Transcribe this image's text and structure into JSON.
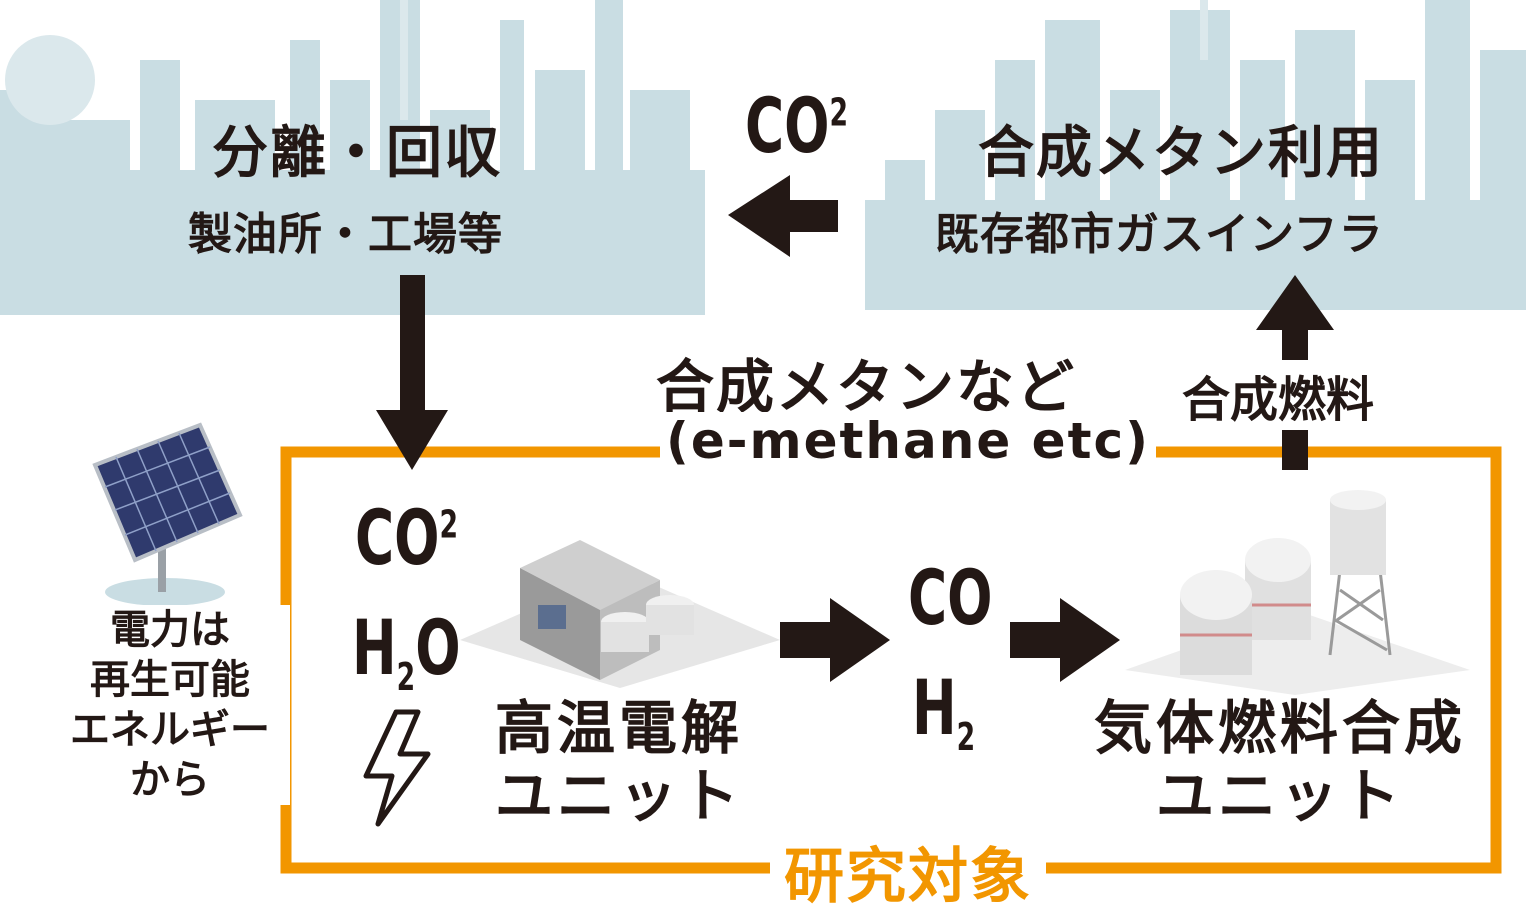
{
  "colors": {
    "accent": "#f29600",
    "ink": "#231815",
    "skyline": "#c9dde3",
    "solar_panel": "#2f3a6d"
  },
  "top_left": {
    "title": "分離・回収",
    "subtitle": "製油所・工場等"
  },
  "top_right": {
    "title": "合成メタン利用",
    "subtitle": "既存都市ガスインフラ"
  },
  "co2_top": {
    "main": "CO",
    "sub": "2"
  },
  "middle": {
    "label": "合成メタンなど",
    "sublabel": "(e-methane etc)"
  },
  "synth_fuel_label": "合成燃料",
  "inputs": {
    "co2_main": "CO",
    "co2_sub": "2",
    "h2o_a": "H",
    "h2o_sub": "2",
    "h2o_b": "O"
  },
  "outputs": {
    "co": "CO",
    "h2_main": "H",
    "h2_sub": "2"
  },
  "electrolysis": {
    "line1": "高温電解",
    "line2": "ユニット"
  },
  "synthesis": {
    "line1": "気体燃料合成",
    "line2": "ユニット"
  },
  "renewable": {
    "line1": "電力は",
    "line2": "再生可能",
    "line3": "エネルギー",
    "line4": "から"
  },
  "research_label": "研究対象",
  "icons": {
    "lightning": "lightning-icon",
    "solar": "solar-panel-icon"
  }
}
